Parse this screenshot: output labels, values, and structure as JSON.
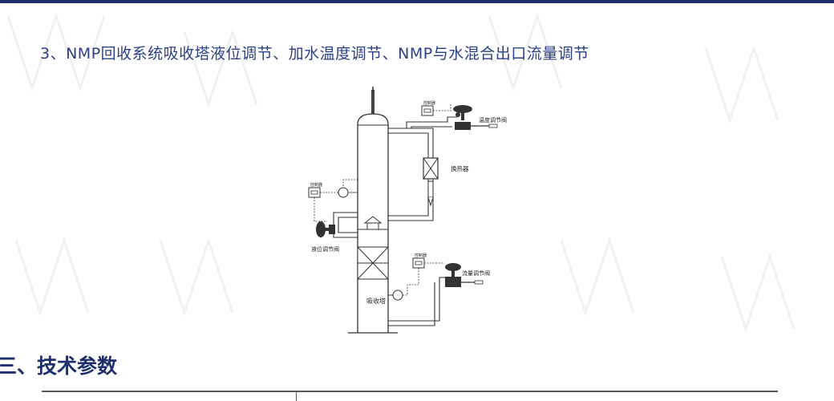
{
  "page": {
    "title": "3、NMP回收系统吸收塔液位调节、加水温度调节、NMP与水混合出口流量调节",
    "section_heading": "三、技术参数"
  },
  "diagram": {
    "labels": {
      "temperature_valve": "温度调节阀",
      "heat_exchanger": "换热器",
      "level_valve": "液位调节阀",
      "flow_valve": "流量调节阀",
      "absorption_tower": "吸收塔",
      "controller_top": "控制器",
      "controller_left": "控制器",
      "controller_bottom": "控制器"
    }
  },
  "colors": {
    "accent": "#1f2f6b",
    "title": "#2a3f86",
    "line": "#555a66"
  }
}
